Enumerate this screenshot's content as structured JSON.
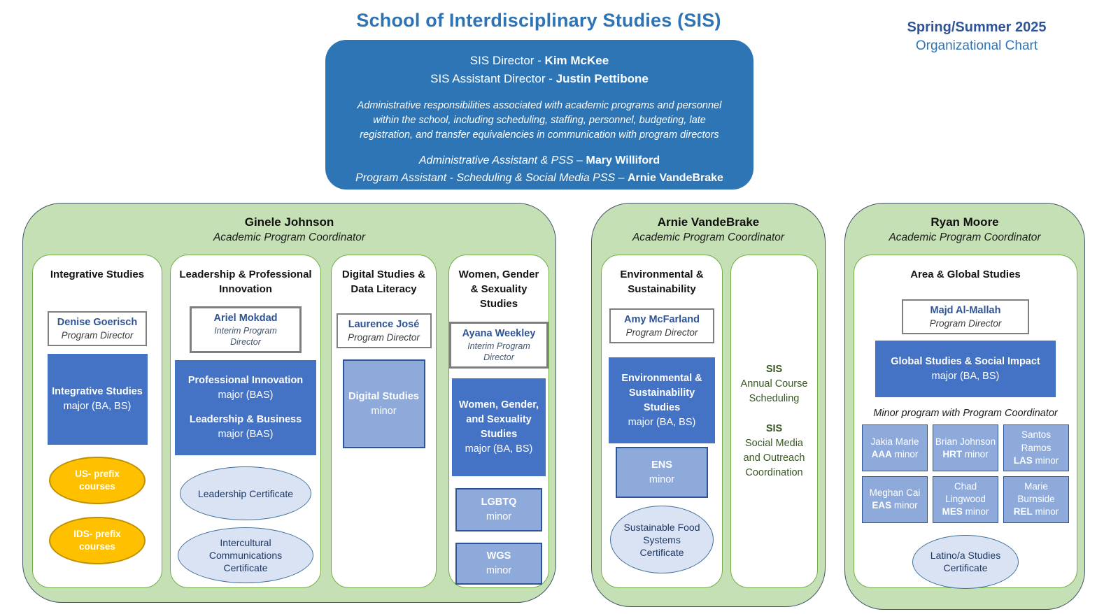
{
  "page": {
    "title": "School of Interdisciplinary Studies (SIS)",
    "term": "Spring/Summer 2025",
    "subtitle": "Organizational Chart"
  },
  "sis_box": {
    "director_label": "SIS Director - ",
    "director_name": "Kim McKee",
    "assistant_label": "SIS Assistant Director - ",
    "assistant_name": "Justin Pettibone",
    "description": "Administrative responsibilities associated with academic programs and personnel within the school, including scheduling, staffing, personnel, budgeting, late registration, and transfer equivalencies in communication with program directors",
    "admin_label": "Administrative Assistant & PSS – ",
    "admin_name": "Mary Williford",
    "scheduler_label": "Program Assistant - Scheduling & Social Media PSS – ",
    "scheduler_name": "Arnie VandeBrake"
  },
  "group_johnson": {
    "coordinator": "Ginele Johnson",
    "role": "Academic Program Coordinator",
    "integrative": {
      "header": "Integrative Studies",
      "director_name": "Denise Goerisch",
      "director_role": "Program Director",
      "major_title": "Integrative Studies",
      "major_sub": "major (BA, BS)",
      "oval_us": "US- prefix courses",
      "oval_ids": "IDS- prefix courses"
    },
    "leadership": {
      "header": "Leadership & Professional Innovation",
      "director_name": "Ariel Mokdad",
      "director_role": "Interim Program Director",
      "major1_title": "Professional Innovation",
      "major1_sub": "major (BAS)",
      "major2_title": "Leadership & Business",
      "major2_sub": "major (BAS)",
      "oval_leadership": "Leadership Certificate",
      "oval_intercultural": "Intercultural Communications Certificate"
    },
    "digital": {
      "header": "Digital Studies & Data Literacy",
      "director_name": "Laurence José",
      "director_role": "Program Director",
      "minor_title": "Digital Studies",
      "minor_sub": "minor"
    },
    "wgs": {
      "header": "Women, Gender & Sexuality Studies",
      "director_name": "Ayana Weekley",
      "director_role": "Interim Program Director",
      "major_title": "Women, Gender, and Sexuality Studies",
      "major_sub": "major (BA, BS)",
      "minor1_title": "LGBTQ",
      "minor1_sub": "minor",
      "minor2_title": "WGS",
      "minor2_sub": "minor"
    }
  },
  "group_vandebrake": {
    "coordinator": "Arnie VandeBrake",
    "role": "Academic Program Coordinator",
    "environmental": {
      "header": "Environmental  & Sustainability",
      "director_name": "Amy McFarland",
      "director_role": "Program Director",
      "major_title": "Environmental & Sustainability Studies",
      "major_sub": "major (BA, BS)",
      "minor_title": "ENS",
      "minor_sub": "minor",
      "oval": "Sustainable Food Systems Certificate"
    },
    "duties": {
      "item1_title": "SIS",
      "item1_text": "Annual Course Scheduling",
      "item2_title": "SIS",
      "item2_text": "Social Media and Outreach Coordination"
    }
  },
  "group_moore": {
    "coordinator": "Ryan Moore",
    "role": "Academic Program Coordinator",
    "ags": {
      "header": "Area & Global Studies",
      "director_name": "Majd Al-Mallah",
      "director_role": "Program Director",
      "major_title": "Global Studies & Social Impact",
      "major_sub": "major (BA, BS)",
      "minors_caption": "Minor program with Program Coordinator",
      "minors": [
        {
          "name": "Jakia Marie",
          "code": "AAA",
          "label": " minor"
        },
        {
          "name": "Brian Johnson",
          "code": "HRT",
          "label": " minor"
        },
        {
          "name": "Santos Ramos",
          "code": "LAS",
          "label": " minor"
        },
        {
          "name": "Meghan Cai",
          "code": "EAS",
          "label": " minor"
        },
        {
          "name": "Chad Lingwood",
          "code": "MES",
          "label": " minor"
        },
        {
          "name": "Marie Burnside",
          "code": "REL",
          "label": " minor"
        }
      ],
      "oval": "Latino/a Studies Certificate"
    }
  },
  "colors": {
    "title_blue": "#2E74B5",
    "header_box_blue": "#2E75B6",
    "major_blue": "#4472C4",
    "minor_light_blue": "#8EAADB",
    "pale_blue": "#DAE3F3",
    "gold": "#FFC000",
    "group_green": "#C5E0B4",
    "column_border_green": "#70AD47",
    "name_blue": "#2F5496",
    "duties_green": "#385723"
  }
}
